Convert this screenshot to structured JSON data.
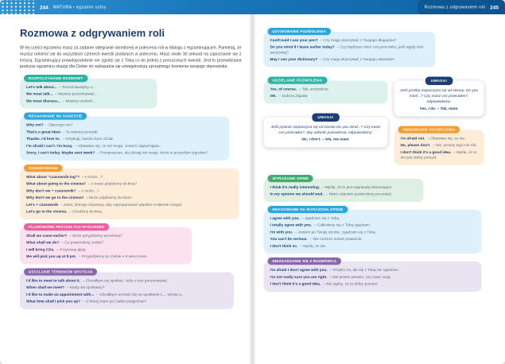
{
  "header": {
    "left_page_number": "244",
    "left_section": "MATURA  •  egzamin ustny",
    "right_section": "Rozmowa z odgrywaniem roli",
    "right_page_number": "245"
  },
  "page_title": "Rozmowa z odgrywaniem roli",
  "intro": "W tej części egzaminu masz za zadanie odegranie określonej w poleceniu roli w dialogu z egzaminującym. Pamiętaj, że musisz odnieść się do wszystkich czterech kwestii podanych w poleceniu. Masz około 30 sekund na zapoznanie się z treścią. Egzaminujący prawdopodobnie nie zgodzi się z Tobą co do jednej z poruszonych kwestii. Jest to przewidziana podczas egzaminu okazja dla Ciebie do wykazania się umiejętnością uprzejmego bronienia swojego stanowiska.",
  "colors": {
    "bar_blue": "#1a77bb",
    "navy": "#1d3e75",
    "teal": "#2bb3a3",
    "blue": "#2aa7e0",
    "orange": "#f89c2e",
    "pink": "#ee5f9f",
    "purple": "#8a66ad",
    "green": "#3fae6d"
  },
  "left_boxes": [
    {
      "title": "ROZPOCZYNANIE ROZMOWY",
      "lines": [
        {
          "en": "Let's talk about...",
          "pl": "– Porozmawiajmy o..."
        },
        {
          "en": "We must talk...",
          "pl": "– Musimy porozmawiać..."
        },
        {
          "en": "We must discuss...",
          "pl": "– Musimy omówić..."
        }
      ]
    },
    {
      "title": "REAGOWANIE NA SUGESTIĘ",
      "lines": [
        {
          "en": "Why not?",
          "pl": "– Dlaczego nie?"
        },
        {
          "en": "That's a great idea!",
          "pl": "– To świetny pomysł!"
        },
        {
          "en": "Thanks, I'd love to.",
          "pl": "– Dziękuję, bardzo bym chciał."
        },
        {
          "en": "I'm afraid I can't. I'm busy.",
          "pl": "– Obawiam się, że nie mogę. Jestem zajęty/zajęta."
        },
        {
          "en": "Sorry, I can't today. Maybe next week?",
          "pl": "– Przepraszam, ale dzisiaj nie mogę. Może w przyszłym tygodniu?"
        }
      ]
    },
    {
      "title": "SUGEROWANIE",
      "lines": [
        {
          "en": "What about \"czasownik-ing\"?",
          "pl": "– A może...?"
        },
        {
          "en": "What about going to the cinema?",
          "pl": "– A może pójdziemy do kina?"
        },
        {
          "en": "Why don't we + czasownik?",
          "pl": "– A może...?"
        },
        {
          "en": "Why don't we go to the cinema?",
          "pl": "– Może pójdziemy do kina?"
        },
        {
          "en": "Let's + czasownik",
          "pl": "– zwrot, którego używamy, aby zaproponować wspólne zrobienie czegoś"
        },
        {
          "en": "Let's go to the cinema.",
          "pl": "– Chodźmy do kina."
        }
      ]
    },
    {
      "title": "PLANOWANIE PRZYSZŁYCH WYDARZEŃ",
      "lines": [
        {
          "en": "Shall we come earlier?",
          "pl": "– Może przyjdziemy wcześniej?"
        },
        {
          "en": "What shall we do?",
          "pl": "– Co powinniśmy zrobić?"
        },
        {
          "en": "I will bring CDs.",
          "pl": "– Przyniosę płyty."
        },
        {
          "en": "We will pick you up at 8 pm.",
          "pl": "– Przyjedziemy po Ciebie o 8 wieczorem."
        }
      ]
    },
    {
      "title": "USTALANIE TERMINÓW SPOTKAŃ",
      "lines": [
        {
          "en": "I'd like to meet to talk about it.",
          "pl": "– Chciałbym się spotkać, żeby o tym porozmawiać."
        },
        {
          "en": "When shall we meet?",
          "pl": "– Kiedy się spotkamy?"
        },
        {
          "en": "I'd like to make an appointment with...",
          "pl": "– Chciałbym umówić się na spotkanie z..., wizytę u..."
        },
        {
          "en": "What time shall I pick you up?",
          "pl": "– O której mam po Ciebie przyjechać?"
        }
      ]
    }
  ],
  "right_boxes": [
    {
      "title": "UZYSKIWANIE POZWOLENIA",
      "lines": [
        {
          "en": "Can/Could I use your pen?",
          "pl": "– Czy mogę skorzystać z Twojego długopisu?"
        },
        {
          "en": "Do you mind if I leave earlier today?",
          "pl": "– Czy będziesz mieć coś przeciwko, jeśli wyjdę dziś wcześniej?"
        },
        {
          "en": "May I use your dictionary?",
          "pl": "– Czy mogę skorzystać z Twojego słownika?"
        }
      ]
    },
    {
      "title": "UDZIELANIE POZWOLENIA",
      "lines": [
        {
          "en": "Yes, of course.",
          "pl": "– Tak, oczywiście."
        },
        {
          "en": "OK.",
          "pl": "– Dobrze./Zgoda."
        }
      ]
    },
    {
      "title": "ODMAWIANIE POZWOLENIA",
      "lines": [
        {
          "en": "I'm afraid not.",
          "pl": "– Obawiam się, że nie."
        },
        {
          "en": "No, please don't.",
          "pl": "– Nie, proszę tego nie rób."
        },
        {
          "en": "I don't think it's a good idea.",
          "pl": "– Myślę, że to nie jest dobry pomysł."
        }
      ]
    },
    {
      "title": "WYRAŻANIE OPINII",
      "lines": [
        {
          "en": "I think it's really interesting.",
          "pl": "– Myślę, że to jest naprawdę interesujące."
        },
        {
          "en": "In my opinion we should wait.",
          "pl": "– Moim zdaniem powinniśmy poczekać."
        }
      ]
    },
    {
      "title": "REAGOWANIE NA WYRAŻONĄ OPINIĘ",
      "lines": [
        {
          "en": "I agree with you.",
          "pl": "– Zgadzam się z Tobą."
        },
        {
          "en": "I totally agree with you.",
          "pl": "– Całkowicie się z Tobą zgadzam."
        },
        {
          "en": "I'm with you.",
          "pl": "– Jestem po Twojej stronie, zgadzam się z Tobą."
        },
        {
          "en": "You can't be serious.",
          "pl": "– Nie możesz mówić poważnie."
        },
        {
          "en": "I don't think so.",
          "pl": "– Myślę, że nie."
        }
      ]
    },
    {
      "title": "NIEZGADZANIE SIĘ Z ROZMÓWCĄ",
      "lines": [
        {
          "en": "I'm afraid I don't agree with you.",
          "pl": "– Przykro mi, ale się z Tobą nie zgadzam."
        },
        {
          "en": "I'm not really sure you are right.",
          "pl": "– Nie jestem pewien, czy masz rację."
        },
        {
          "en": "I don't think it's a good idea.",
          "pl": "– Nie sądzę, że to dobry pomysł."
        }
      ]
    }
  ],
  "uwaga_main": {
    "label": "UWAGA!",
    "text": "Jeśli pytanie rozpoczyna się od zwrotu Do you mind...? Czy masz coś przeciwko?, aby udzielić pozwolenia, odpowiadamy:",
    "bold": "No, I don't. – Nie, nie mam."
  },
  "uwaga_small": {
    "label": "UWAGA!",
    "text": "Jeśli prośba rozpoczyna się od zwrotu: Do you mind...? Czy masz coś przeciwko?, odpowiadamy:",
    "bold": "Yes, I do. – Tak, mam."
  }
}
